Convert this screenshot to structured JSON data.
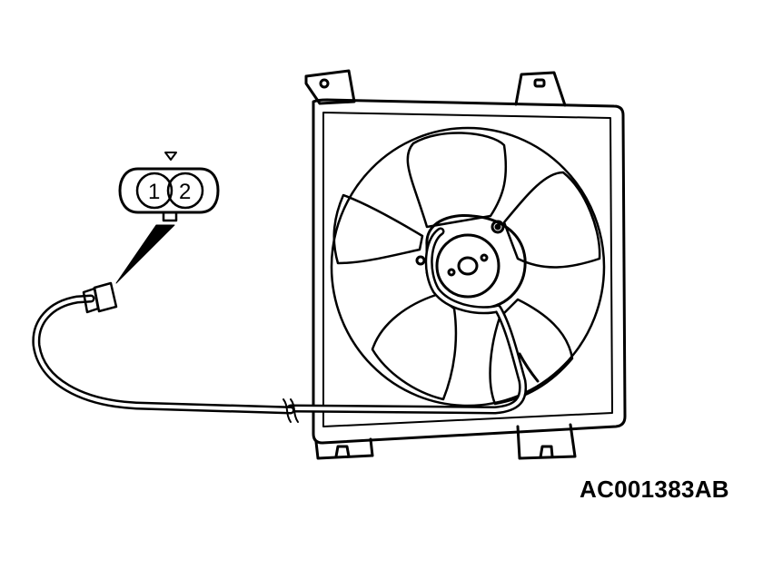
{
  "figure": {
    "reference_code": "AC001383AB",
    "connector_pins": [
      "1",
      "2"
    ],
    "colors": {
      "ink": "#000000",
      "background": "#ffffff"
    }
  }
}
